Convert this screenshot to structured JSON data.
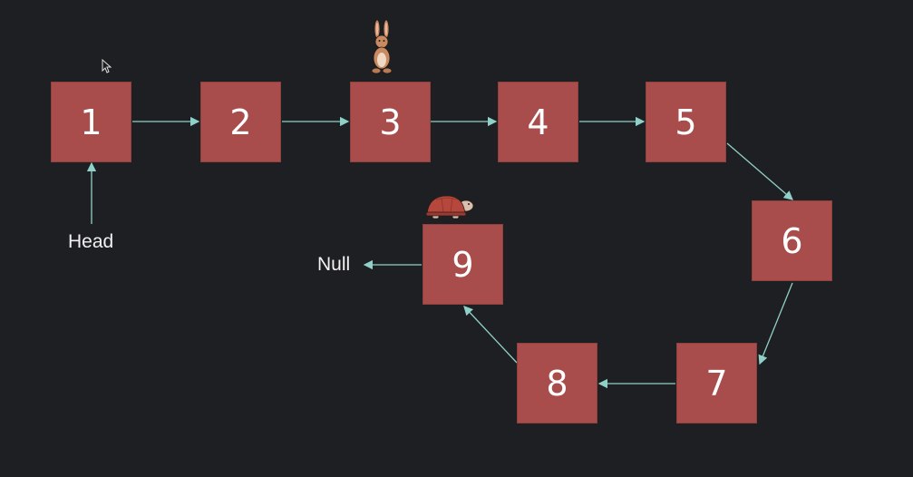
{
  "nodes": [
    "1",
    "2",
    "3",
    "4",
    "5",
    "6",
    "7",
    "8",
    "9"
  ],
  "labels": {
    "head": "Head",
    "null": "Null"
  },
  "colors": {
    "background": "#1d1f22",
    "node": "#a84d4b",
    "arrow": "#8fd0c8",
    "text": "#ffffff"
  },
  "icons": {
    "slow_pointer": "tortoise-icon",
    "fast_pointer": "rabbit-icon",
    "cursor": "mouse-pointer-icon"
  }
}
